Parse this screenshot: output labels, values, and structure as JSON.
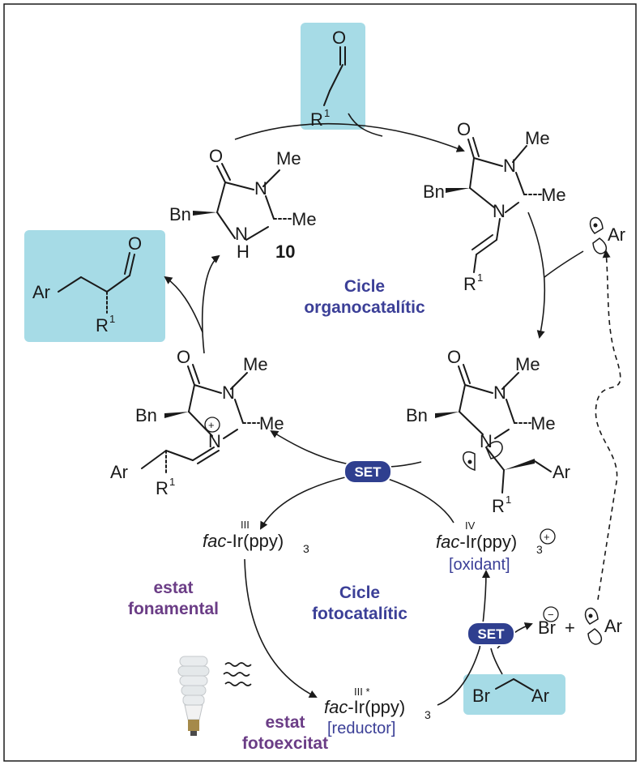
{
  "cycles": {
    "organo_line1": "Cicle",
    "organo_line2": "organocatalític",
    "photo_line1": "Cicle",
    "photo_line2": "fotocatalític"
  },
  "states": {
    "ground_line1": "estat",
    "ground_line2": "fonamental",
    "excited_line1": "estat",
    "excited_line2": "fotoexcitat"
  },
  "set_label": "SET",
  "catalyst": {
    "number": "10",
    "me": "Me",
    "bn": "Bn",
    "nh": "H",
    "n": "N",
    "o": "O"
  },
  "groups": {
    "r": "R",
    "r_sup": "1",
    "ar": "Ar",
    "br": "Br",
    "plus": "+",
    "minus": "−",
    "oplus": "+"
  },
  "iridium": {
    "fac": "fac",
    "ir": "-Ir(ppy)",
    "sub3": "3",
    "ox_iii": "III",
    "ox_iv": "IV",
    "ox_iii_star": "III *",
    "oxidant": "[oxidant]",
    "reductor": "[reductor]"
  },
  "colors": {
    "box": "#a6dbe6",
    "cycle_text": "#3b3f97",
    "state_text": "#6b3d86",
    "set_badge": "#2f3f8f"
  }
}
